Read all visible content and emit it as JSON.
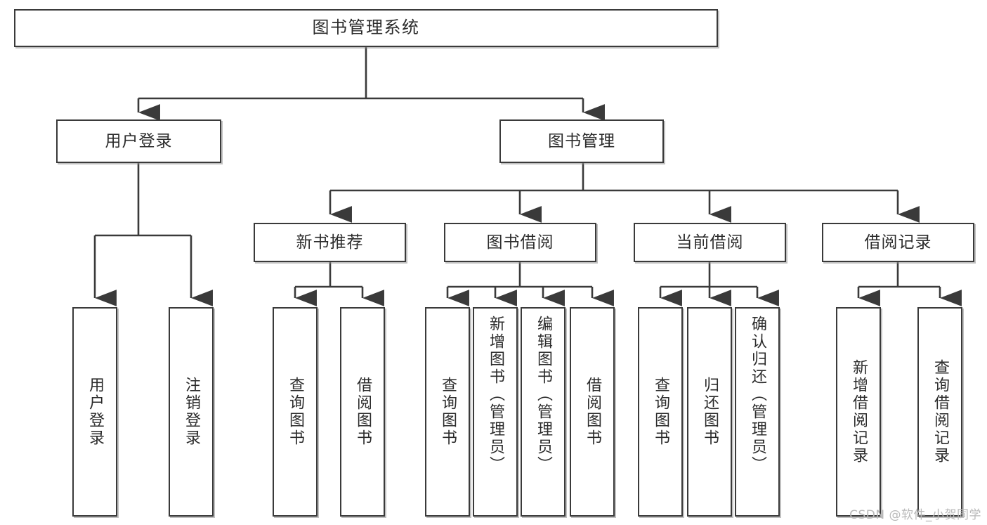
{
  "diagram": {
    "title": "图书管理系统",
    "type": "hierarchy-tree",
    "watermark": "CSDN @软件_小贺同学",
    "colors": {
      "box_border": "#3a3a3a",
      "box_fill": "#ffffff",
      "connector": "#3a3a3a",
      "text": "#2b2b2b",
      "watermark": "#b9b9b9"
    },
    "root": {
      "label": "图书管理系统"
    },
    "level2": [
      {
        "id": "user-login",
        "label": "用户登录"
      },
      {
        "id": "book-manage",
        "label": "图书管理"
      }
    ],
    "level3": [
      {
        "id": "new-book-recommend",
        "label": "新书推荐"
      },
      {
        "id": "book-borrow",
        "label": "图书借阅"
      },
      {
        "id": "current-borrow",
        "label": "当前借阅"
      },
      {
        "id": "borrow-record",
        "label": "借阅记录"
      }
    ],
    "leaves": {
      "user_login": [
        {
          "id": "leaf-user-login",
          "label": "用户登录"
        },
        {
          "id": "leaf-logout-login",
          "label": "注销登录"
        }
      ],
      "new_book_recommend": [
        {
          "id": "leaf-query-book-1",
          "label": "查询图书"
        },
        {
          "id": "leaf-borrow-book-1",
          "label": "借阅图书"
        }
      ],
      "book_borrow": [
        {
          "id": "leaf-query-book-2",
          "label": "查询图书"
        },
        {
          "id": "leaf-add-book-admin",
          "label": "新增图书（管理员）"
        },
        {
          "id": "leaf-edit-book-admin",
          "label": "编辑图书（管理员）"
        },
        {
          "id": "leaf-borrow-book-2",
          "label": "借阅图书"
        }
      ],
      "current_borrow": [
        {
          "id": "leaf-query-book-3",
          "label": "查询图书"
        },
        {
          "id": "leaf-return-book",
          "label": "归还图书"
        },
        {
          "id": "leaf-confirm-return-admin",
          "label": "确认归还（管理员）"
        }
      ],
      "borrow_record": [
        {
          "id": "leaf-add-borrow-record",
          "label": "新增借阅记录"
        },
        {
          "id": "leaf-query-borrow-record",
          "label": "查询借阅记录"
        }
      ]
    }
  }
}
